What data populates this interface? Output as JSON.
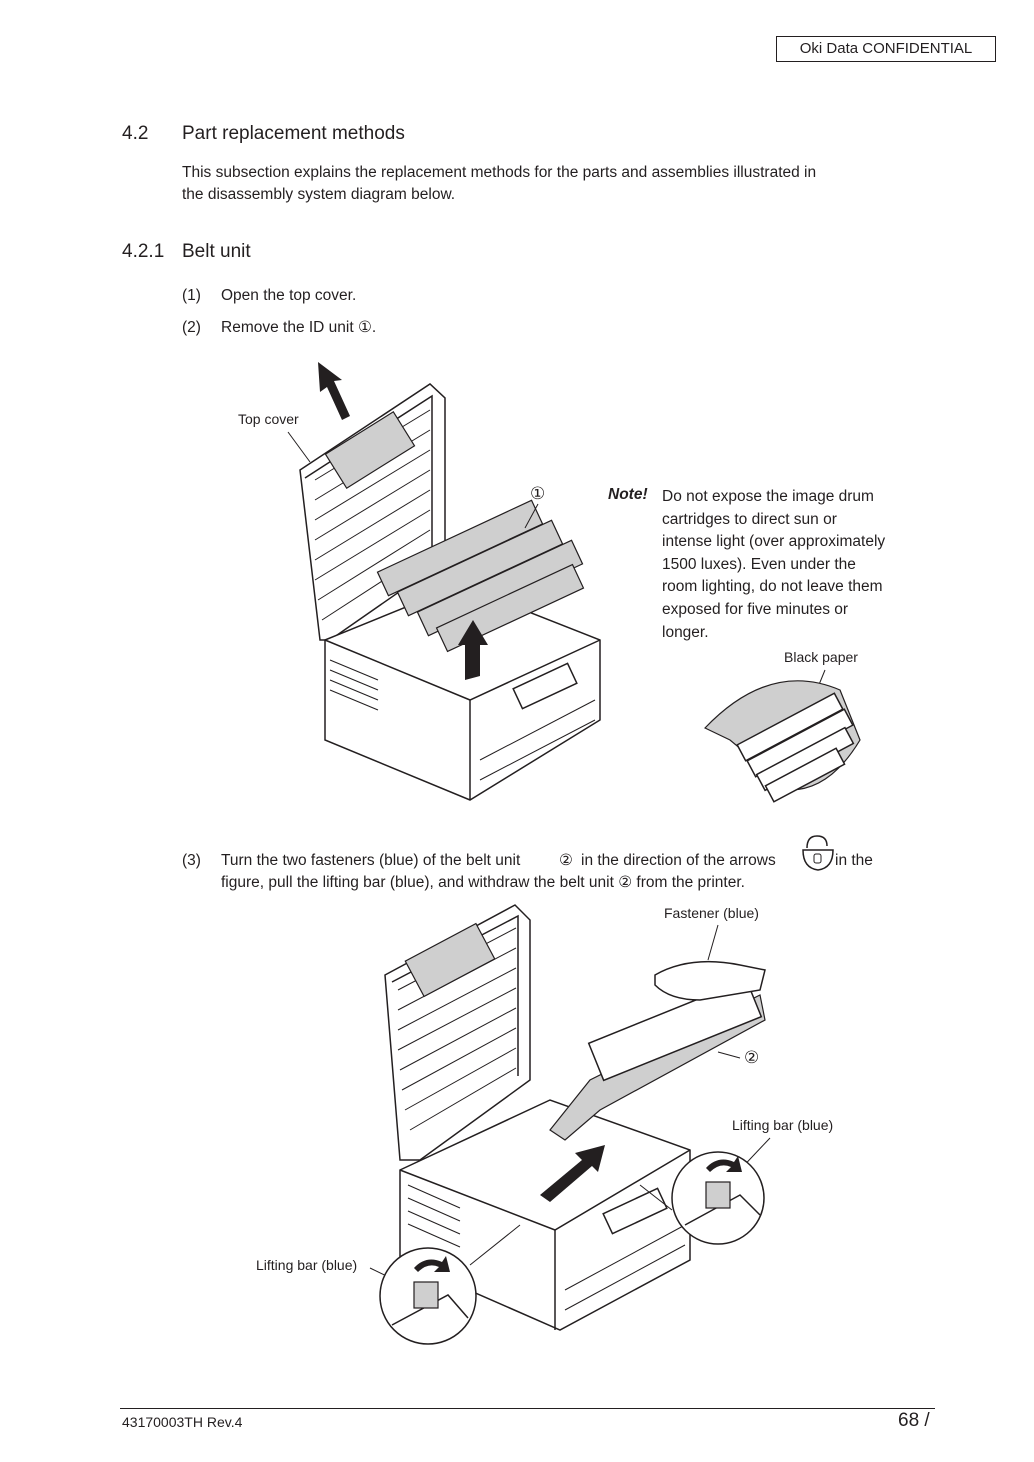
{
  "header": {
    "confidential": "Oki  Data  CONFIDENTIAL"
  },
  "section": {
    "number": "4.2",
    "title": "Part replacement methods",
    "intro_line1": "This subsection explains the replacement methods for the parts and assemblies illustrated in",
    "intro_line2": "the disassembly system diagram below."
  },
  "subsection": {
    "number": "4.2.1",
    "title": "Belt unit"
  },
  "steps": [
    {
      "num": "(1)",
      "text": "Open the top cover."
    },
    {
      "num": "(2)",
      "text": "Remove the ID unit ①."
    },
    {
      "num": "(3)",
      "line1_a": "Turn the two fasteners (blue) of the belt unit",
      "line1_b": "②",
      "line1_c": "in the direction of the arrows",
      "line1_d": "in the",
      "line2": "figure, pull the lifting bar (blue), and withdraw the belt unit ② from the printer."
    }
  ],
  "figure1": {
    "top_cover_label": "Top cover",
    "callout_1": "①",
    "black_paper_label": "Black paper"
  },
  "note": {
    "keyword": "Note!",
    "lines": [
      "Do not expose the image drum",
      "cartridges to direct sun or",
      "intense light (over approximately",
      "1500 luxes). Even under the",
      "room lighting, do not leave them",
      "exposed for five minutes or",
      "longer."
    ]
  },
  "figure2": {
    "fastener_label": "Fastener (blue)",
    "callout_2": "②",
    "lifting_bar_right": "Lifting bar (blue)",
    "lifting_bar_left": "Lifting bar (blue)"
  },
  "footer": {
    "doc_id": "43170003TH  Rev.4",
    "page": "68 /"
  }
}
